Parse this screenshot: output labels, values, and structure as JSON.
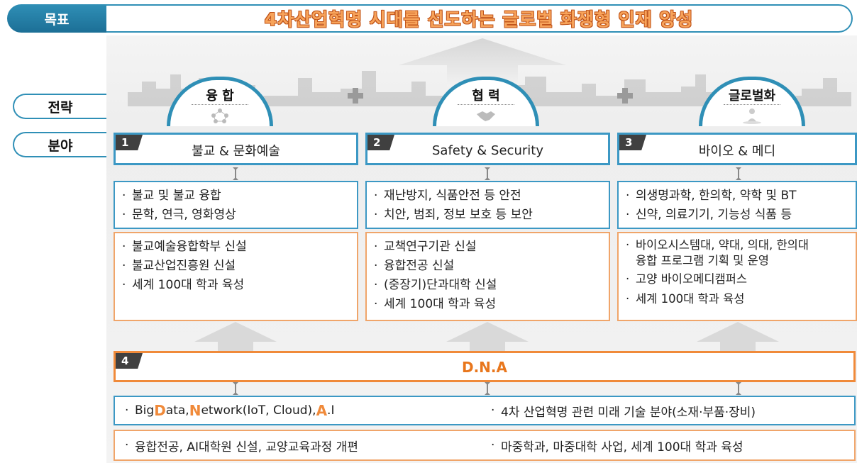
{
  "goal": {
    "label": "목표",
    "text": "4차산업혁명 시대를 선도하는 글로벌 화쟁형 인재 양성"
  },
  "side_labels": {
    "strategy": "전략",
    "field": "분야"
  },
  "strategies": [
    {
      "label": "융 합",
      "icon": "people-network-icon"
    },
    {
      "label": "협 력",
      "icon": "handshake-icon"
    },
    {
      "label": "글로벌화",
      "icon": "globe-person-icon"
    }
  ],
  "fields": [
    {
      "num": "1",
      "title": "불교 & 문화예술",
      "areas": [
        "불교 및 불교 융합",
        "문학, 연극, 영화영상"
      ],
      "actions": [
        "불교예술융합학부 신설",
        "불교산업진흥원 신설",
        "세계 100대 학과 육성"
      ]
    },
    {
      "num": "2",
      "title": "Safety & Security",
      "areas": [
        "재난방지, 식품안전 등 안전",
        "치안, 범죄, 정보 보호 등 보안"
      ],
      "actions": [
        "교책연구기관 신설",
        "융합전공 신설",
        "(중장기)단과대학 신설",
        "세계 100대 학과 육성"
      ]
    },
    {
      "num": "3",
      "title": "바이오 & 메디",
      "areas": [
        "의생명과학, 한의학,  약학 및 BT",
        "신약,  의료기기,  기능성 식품 등"
      ],
      "actions_first": "바이오시스템대, 약대, 의대, 한의대",
      "actions_first_cont": "융합 프로그램 기획 및 운영",
      "actions": [
        "고양 바이오메디캠퍼스",
        "세계 100대 학과 육성"
      ]
    }
  ],
  "dna": {
    "num": "4",
    "title": "D.N.A",
    "row1_left_parts": [
      "Big ",
      "D",
      "ata, ",
      "N",
      "etwork(IoT, Cloud), ",
      "A",
      ".I"
    ],
    "row1_right": "4차 산업혁명 관련 미래 기술 분야(소재·부품·장비)",
    "row2_left": "융합전공, AI대학원 신설, 교양교육과정 개편",
    "row2_right": "마중학과, 마중대학 사업, 세계 100대 학과 육성"
  },
  "bullet": "·",
  "colors": {
    "blue": "#2f8fb6",
    "orange": "#f08a3a",
    "goal_text": "#f7a35a"
  }
}
